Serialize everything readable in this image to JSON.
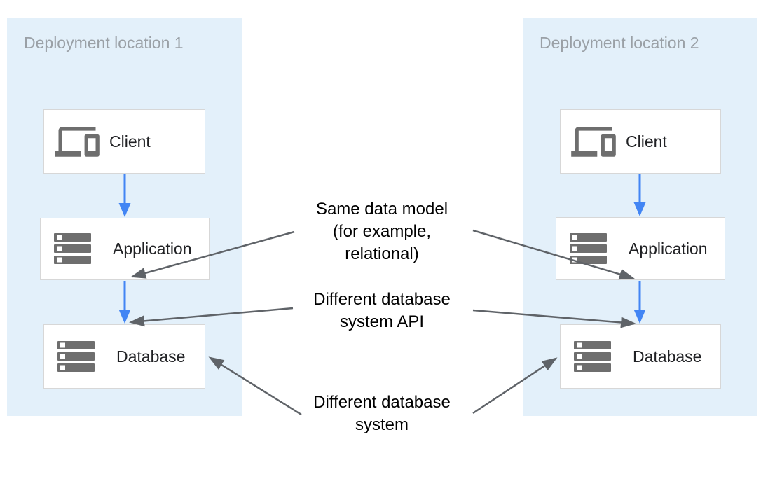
{
  "colors": {
    "panel_bg": "#E3F0FA",
    "panel_title": "#9AA0A6",
    "box_bg": "#FFFFFF",
    "box_border": "#D7D7D7",
    "box_label": "#202124",
    "annotation_text": "#000000",
    "arrow_blue": "#4285F4",
    "arrow_gray": "#5F6368",
    "icon_gray": "#6E6E6E"
  },
  "panels": [
    {
      "title": "Deployment location 1",
      "nodes": [
        {
          "label": "Client",
          "icon": "devices-icon"
        },
        {
          "label": "Application",
          "icon": "storage-icon"
        },
        {
          "label": "Database",
          "icon": "storage-icon"
        }
      ]
    },
    {
      "title": "Deployment location 2",
      "nodes": [
        {
          "label": "Client",
          "icon": "devices-icon"
        },
        {
          "label": "Application",
          "icon": "storage-icon"
        },
        {
          "label": "Database",
          "icon": "storage-icon"
        }
      ]
    }
  ],
  "annotations": [
    {
      "lines": [
        "Same data model",
        "(for example,",
        "relational)"
      ]
    },
    {
      "lines": [
        "Different database",
        "system API"
      ]
    },
    {
      "lines": [
        "Different database",
        "system"
      ]
    }
  ]
}
